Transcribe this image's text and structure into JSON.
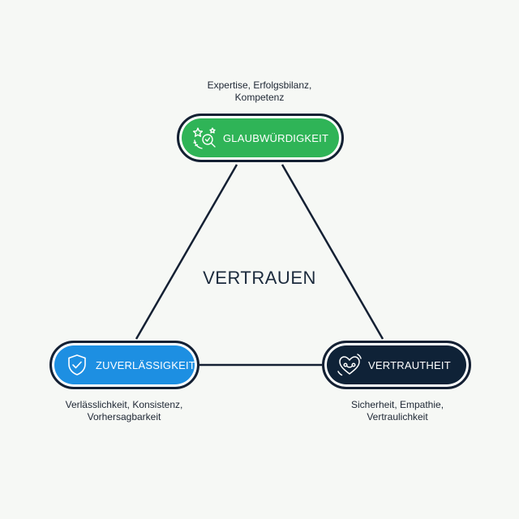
{
  "center": {
    "label": "VERTRAUEN"
  },
  "nodes": {
    "glaubwuerdigkeit": {
      "label": "GLAUBWÜRDIGKEIT",
      "icon": "award-magnifier-icon",
      "color": "#2fb457",
      "description": [
        "Expertise, Erfolgsbilanz,",
        "Kompetenz"
      ]
    },
    "zuverlaessigkeit": {
      "label": "ZUVERLÄSSIGKEIT",
      "icon": "shield-check-icon",
      "color": "#1d8fe2",
      "description": [
        "Verlässlichkeit, Konsistenz,",
        "Vorhersagbarkeit"
      ]
    },
    "vertrautheit": {
      "label": "VERTRAUTHEIT",
      "icon": "heart-connect-icon",
      "color": "#0f2237",
      "description": [
        "Sicherheit, Empathie,",
        "Vertraulichkeit"
      ]
    }
  },
  "colors": {
    "background": "#f6f8f5",
    "outline": "#142033",
    "edge": "#142033"
  }
}
